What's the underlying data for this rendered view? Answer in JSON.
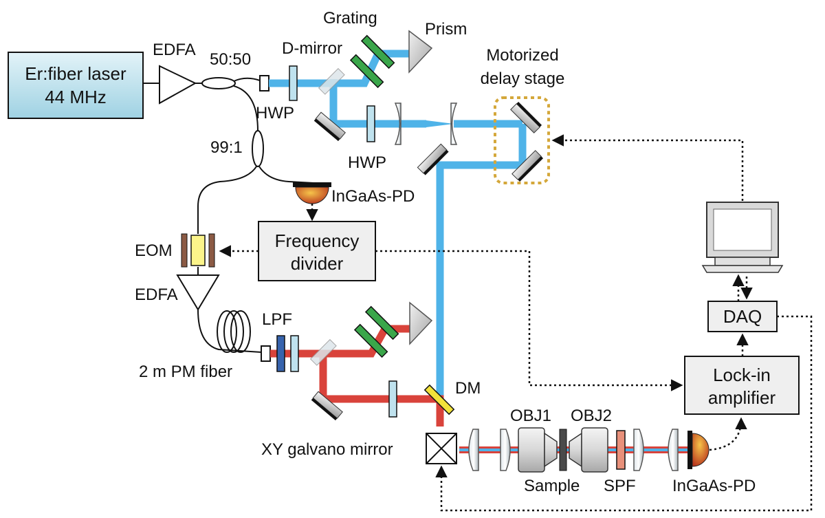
{
  "components": {
    "laser": {
      "line1": "Er:fiber laser",
      "line2": "44 MHz"
    },
    "edfa_top": "EDFA",
    "coupler_5050": "50:50",
    "coupler_991": "99:1",
    "d_mirror": "D-mirror",
    "grating": "Grating",
    "prism": "Prism",
    "hwp_1": "HWP",
    "hwp_2": "HWP",
    "delay_stage": {
      "line1": "Motorized",
      "line2": "delay stage"
    },
    "ingaas_pd_top": "InGaAs-PD",
    "frequency_divider": {
      "line1": "Frequency",
      "line2": "divider"
    },
    "eom": "EOM",
    "edfa_bottom": "EDFA",
    "lpf": "LPF",
    "pm_fiber": "2 m PM fiber",
    "dm": "DM",
    "galvo": "XY galvano mirror",
    "obj1": "OBJ1",
    "obj2": "OBJ2",
    "sample": "Sample",
    "spf": "SPF",
    "ingaas_pd_bottom": "InGaAs-PD",
    "lockin": {
      "line1": "Lock-in",
      "line2": "amplifier"
    },
    "daq": "DAQ"
  },
  "colors": {
    "blue_beam": "#4fb3e8",
    "red_beam": "#d9433b",
    "grating_green": "#3aa64a",
    "delay_dash": "#d4a73a",
    "laser_box": "#bfe2ee"
  }
}
